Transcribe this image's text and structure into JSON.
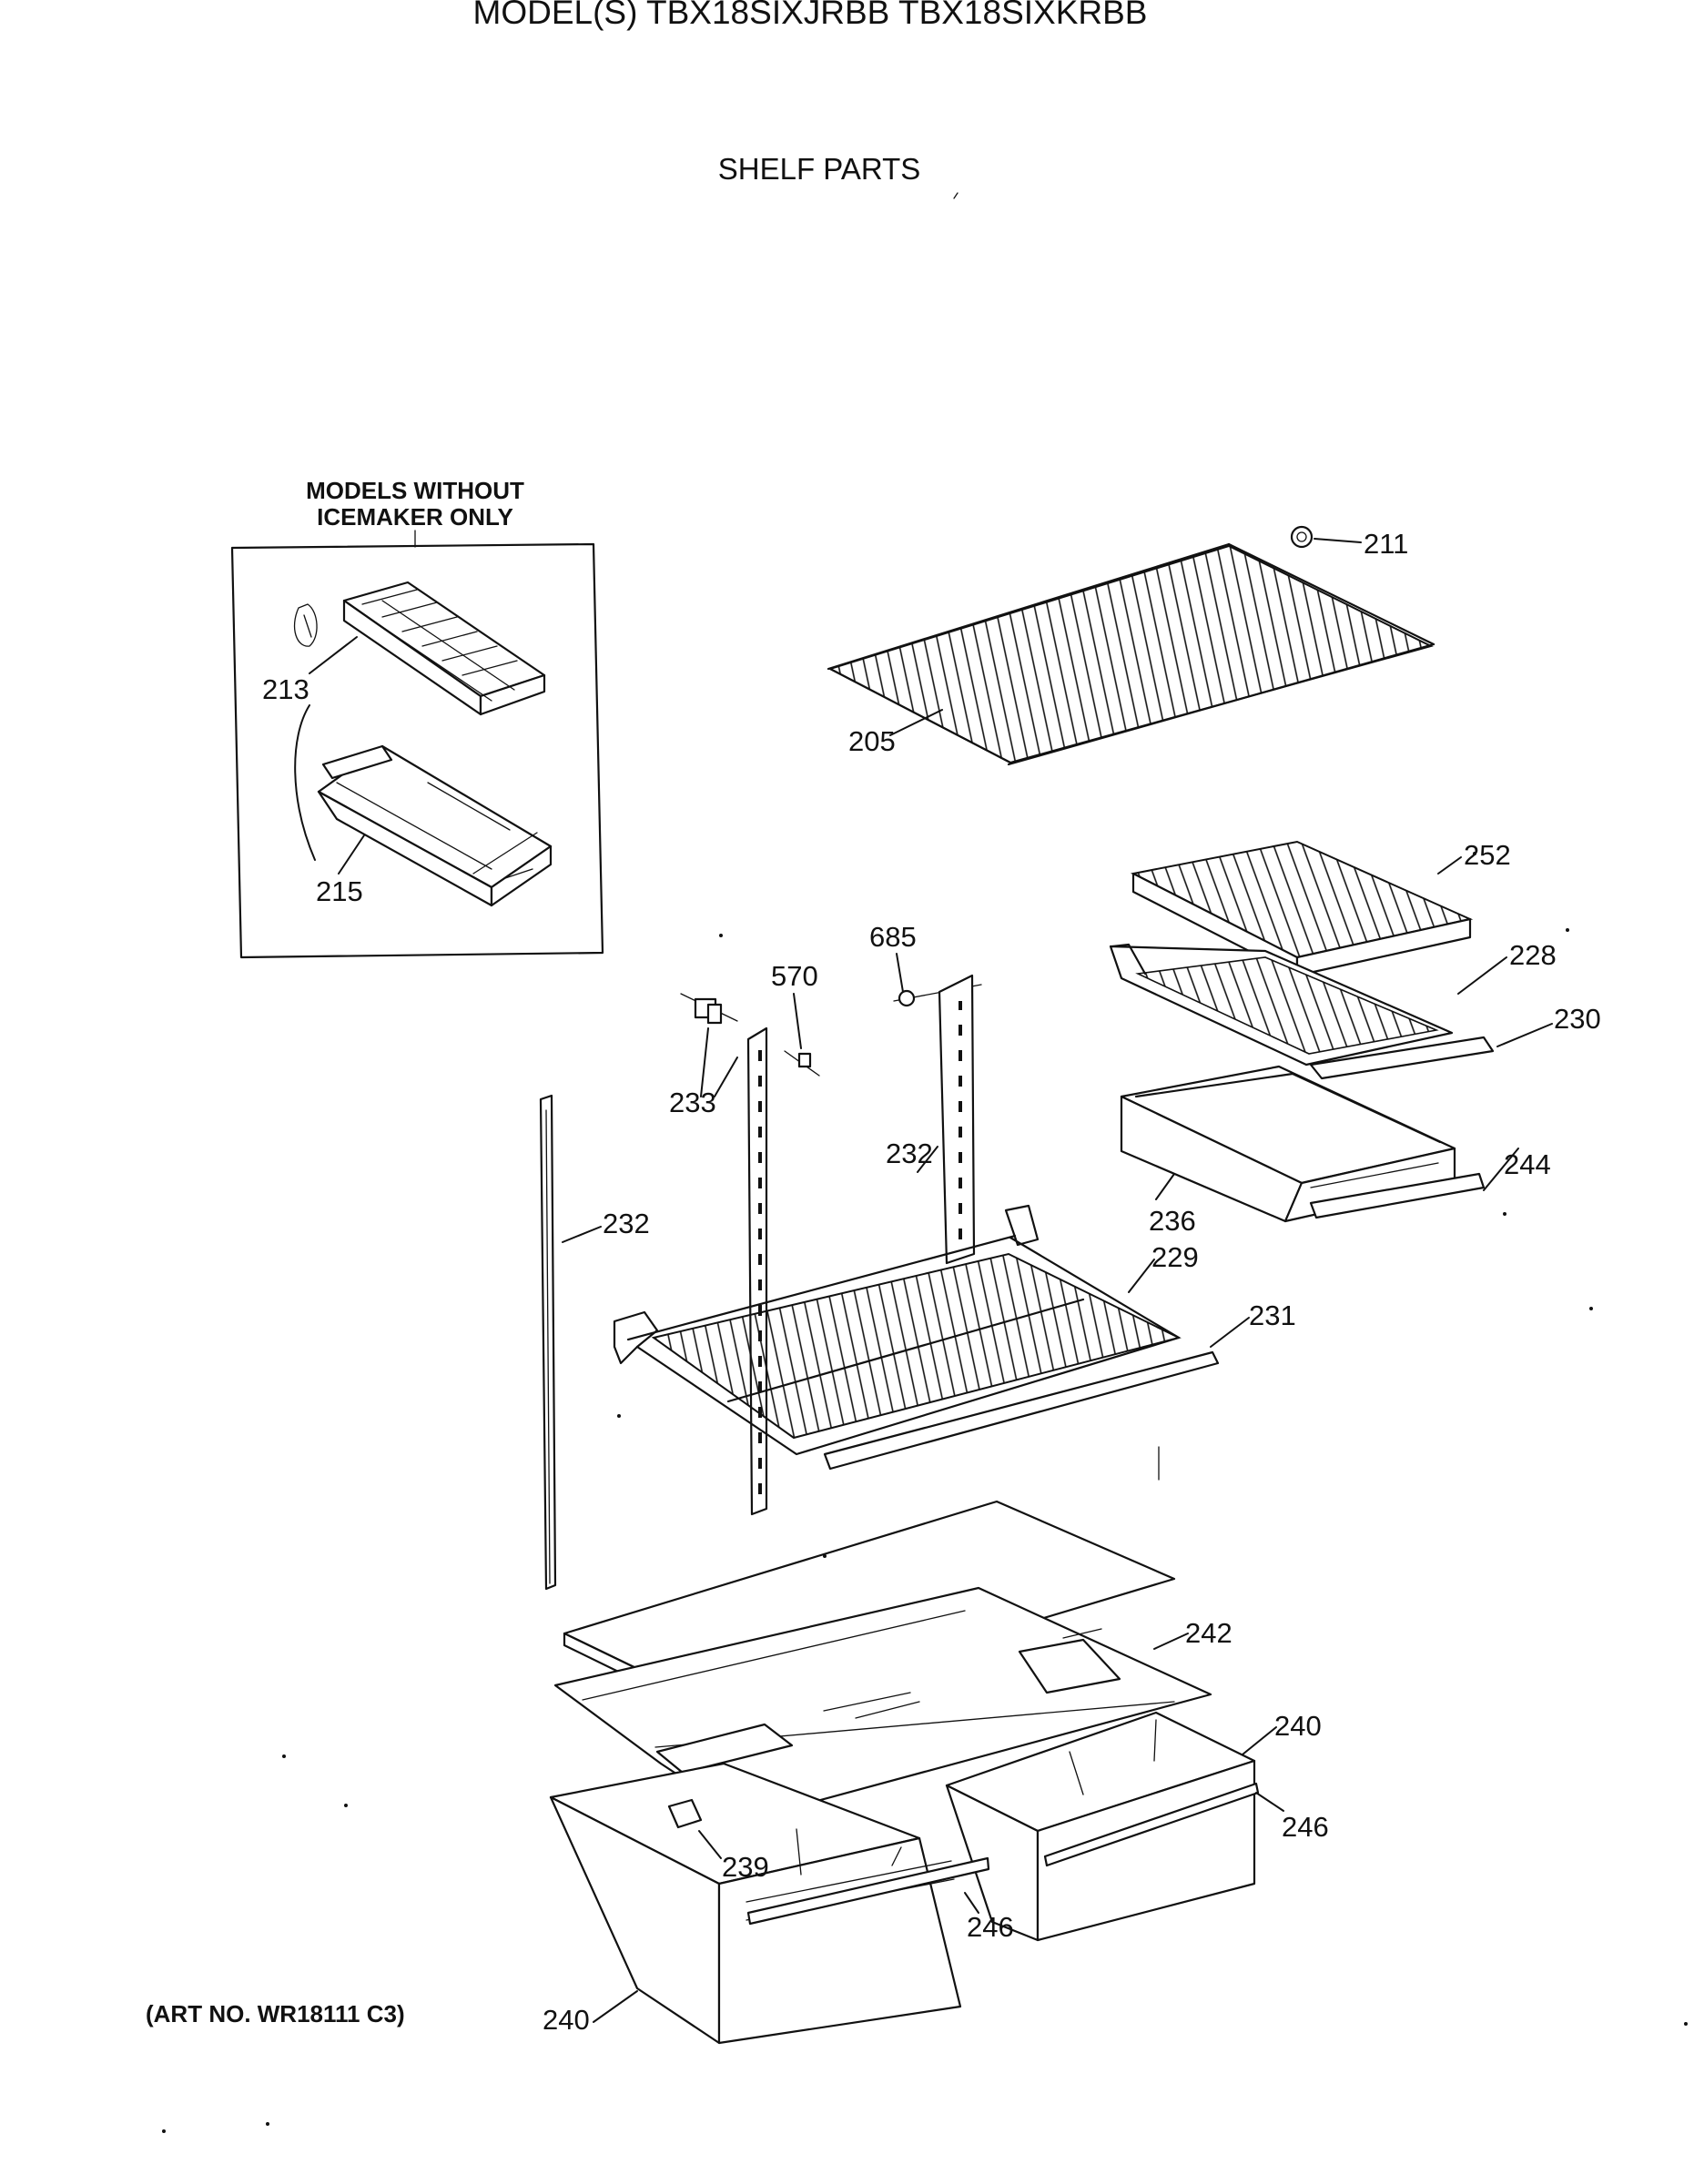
{
  "header": {
    "model_line": "MODEL(S) TBX18SIXJRBB  TBX18SIXKRBB",
    "section_title": "SHELF PARTS"
  },
  "inset": {
    "label_line1": "MODELS WITHOUT",
    "label_line2": "ICEMAKER ONLY"
  },
  "art_number": "(ART NO. WR18111 C3)",
  "callouts": {
    "c205": "205",
    "c211": "211",
    "c213": "213",
    "c215": "215",
    "c228": "228",
    "c229": "229",
    "c230": "230",
    "c231": "231",
    "c232a": "232",
    "c232b": "232",
    "c233": "233",
    "c236": "236",
    "c239": "239",
    "c240a": "240",
    "c240b": "240",
    "c242": "242",
    "c244": "244",
    "c246a": "246",
    "c246b": "246",
    "c252": "252",
    "c570": "570",
    "c685": "685"
  }
}
